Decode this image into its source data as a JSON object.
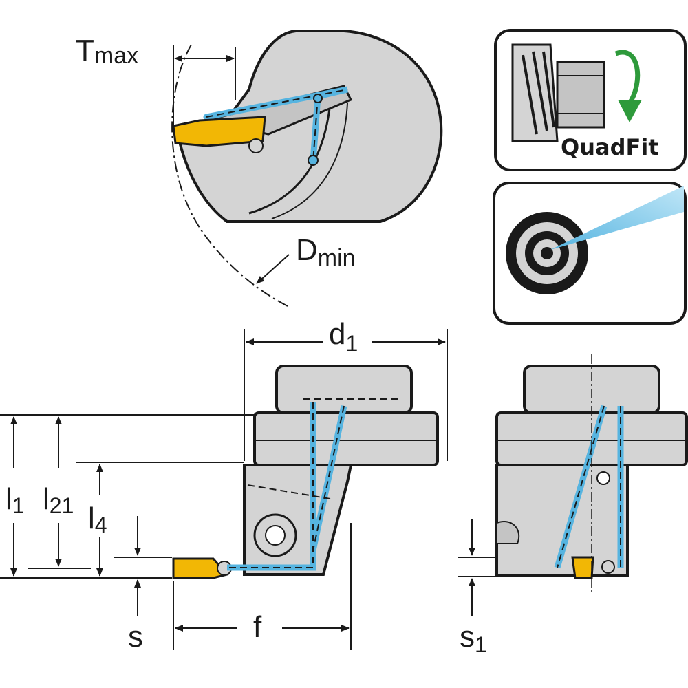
{
  "labels": {
    "t_max": {
      "main": "T",
      "sub": "max"
    },
    "d_min": {
      "main": "D",
      "sub": "min"
    },
    "d1": {
      "main": "d",
      "sub": "1"
    },
    "l1": {
      "main": "l",
      "sub": "1"
    },
    "l21": {
      "main": "l",
      "sub": "21"
    },
    "l4": {
      "main": "l",
      "sub": "4"
    },
    "s": {
      "main": "s"
    },
    "f": {
      "main": "f"
    },
    "s1": {
      "main": "s",
      "sub": "1"
    }
  },
  "badges": {
    "quadfit": {
      "label": "QuadFit",
      "icon": "quadfit-rotation-icon"
    },
    "coolant": {
      "icon": "precision-coolant-target-icon"
    }
  },
  "colors": {
    "body_gray": "#d4d4d4",
    "body_dark": "#b9b9b9",
    "outline": "#1a1a1a",
    "coolant_blue": "#56b4e0",
    "insert_yellow": "#f2b705",
    "arrow_green": "#2e9a3b"
  }
}
